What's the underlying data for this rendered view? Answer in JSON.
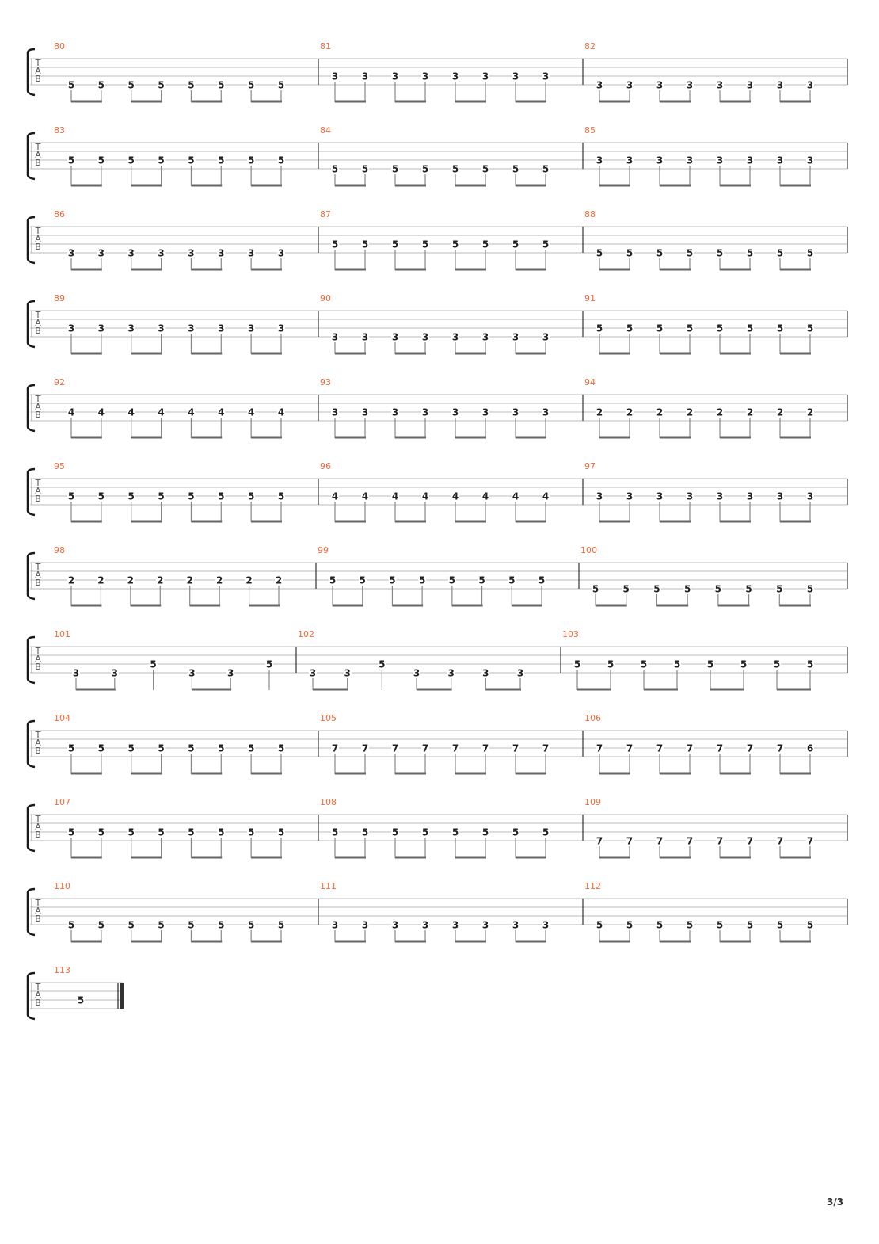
{
  "colors": {
    "measure_number": "#f26a3b",
    "staff_line": "#bbbbbb",
    "text": "#222222",
    "beam": "#666666"
  },
  "clef_letters": [
    "T",
    "A",
    "B"
  ],
  "page_number": "3/3",
  "measures": [
    {
      "number": "80",
      "string": 4,
      "frets": [
        5,
        5,
        5,
        5,
        5,
        5,
        5,
        5
      ]
    },
    {
      "number": "81",
      "string": 3,
      "frets": [
        3,
        3,
        3,
        3,
        3,
        3,
        3,
        3
      ]
    },
    {
      "number": "82",
      "string": 4,
      "frets": [
        3,
        3,
        3,
        3,
        3,
        3,
        3,
        3
      ]
    },
    {
      "number": "83",
      "string": 3,
      "frets": [
        5,
        5,
        5,
        5,
        5,
        5,
        5,
        5
      ]
    },
    {
      "number": "84",
      "string": 4,
      "frets": [
        5,
        5,
        5,
        5,
        5,
        5,
        5,
        5
      ]
    },
    {
      "number": "85",
      "string": 3,
      "frets": [
        3,
        3,
        3,
        3,
        3,
        3,
        3,
        3
      ]
    },
    {
      "number": "86",
      "string": 4,
      "frets": [
        3,
        3,
        3,
        3,
        3,
        3,
        3,
        3
      ]
    },
    {
      "number": "87",
      "string": 3,
      "frets": [
        5,
        5,
        5,
        5,
        5,
        5,
        5,
        5
      ]
    },
    {
      "number": "88",
      "string": 4,
      "frets": [
        5,
        5,
        5,
        5,
        5,
        5,
        5,
        5
      ]
    },
    {
      "number": "89",
      "string": 3,
      "frets": [
        3,
        3,
        3,
        3,
        3,
        3,
        3,
        3
      ]
    },
    {
      "number": "90",
      "string": 4,
      "frets": [
        3,
        3,
        3,
        3,
        3,
        3,
        3,
        3
      ]
    },
    {
      "number": "91",
      "string": 3,
      "frets": [
        5,
        5,
        5,
        5,
        5,
        5,
        5,
        5
      ]
    },
    {
      "number": "92",
      "string": 3,
      "frets": [
        4,
        4,
        4,
        4,
        4,
        4,
        4,
        4
      ]
    },
    {
      "number": "93",
      "string": 3,
      "frets": [
        3,
        3,
        3,
        3,
        3,
        3,
        3,
        3
      ]
    },
    {
      "number": "94",
      "string": 3,
      "frets": [
        2,
        2,
        2,
        2,
        2,
        2,
        2,
        2
      ]
    },
    {
      "number": "95",
      "string": 3,
      "frets": [
        5,
        5,
        5,
        5,
        5,
        5,
        5,
        5
      ]
    },
    {
      "number": "96",
      "string": 3,
      "frets": [
        4,
        4,
        4,
        4,
        4,
        4,
        4,
        4
      ]
    },
    {
      "number": "97",
      "string": 3,
      "frets": [
        3,
        3,
        3,
        3,
        3,
        3,
        3,
        3
      ]
    },
    {
      "number": "98",
      "string": 3,
      "frets": [
        2,
        2,
        2,
        2,
        2,
        2,
        2,
        2
      ]
    },
    {
      "number": "99",
      "string": 3,
      "frets": [
        5,
        5,
        5,
        5,
        5,
        5,
        5,
        5
      ]
    },
    {
      "number": "100",
      "string": 4,
      "frets": [
        5,
        5,
        5,
        5,
        5,
        5,
        5,
        5
      ]
    },
    {
      "number": "101",
      "frets": [
        3,
        3,
        5,
        3,
        3,
        5
      ],
      "strings": [
        4,
        4,
        3,
        4,
        4,
        3
      ],
      "durations": [
        8,
        8,
        4,
        8,
        8,
        4
      ]
    },
    {
      "number": "102",
      "frets": [
        3,
        3,
        5,
        3,
        3,
        3,
        3
      ],
      "strings": [
        4,
        4,
        3,
        4,
        4,
        4,
        4
      ],
      "durations": [
        8,
        8,
        4,
        8,
        8,
        8,
        8
      ]
    },
    {
      "number": "103",
      "string": 3,
      "frets": [
        5,
        5,
        5,
        5,
        5,
        5,
        5,
        5
      ]
    },
    {
      "number": "104",
      "string": 3,
      "frets": [
        5,
        5,
        5,
        5,
        5,
        5,
        5,
        5
      ]
    },
    {
      "number": "105",
      "string": 3,
      "frets": [
        7,
        7,
        7,
        7,
        7,
        7,
        7,
        7
      ]
    },
    {
      "number": "106",
      "string": 3,
      "frets": [
        7,
        7,
        7,
        7,
        7,
        7,
        7,
        6
      ]
    },
    {
      "number": "107",
      "string": 3,
      "frets": [
        5,
        5,
        5,
        5,
        5,
        5,
        5,
        5
      ]
    },
    {
      "number": "108",
      "string": 3,
      "frets": [
        5,
        5,
        5,
        5,
        5,
        5,
        5,
        5
      ]
    },
    {
      "number": "109",
      "string": 4,
      "frets": [
        7,
        7,
        7,
        7,
        7,
        7,
        7,
        7
      ]
    },
    {
      "number": "110",
      "string": 4,
      "frets": [
        5,
        5,
        5,
        5,
        5,
        5,
        5,
        5
      ]
    },
    {
      "number": "111",
      "string": 4,
      "frets": [
        3,
        3,
        3,
        3,
        3,
        3,
        3,
        3
      ]
    },
    {
      "number": "112",
      "string": 4,
      "frets": [
        5,
        5,
        5,
        5,
        5,
        5,
        5,
        5
      ]
    },
    {
      "number": "113",
      "frets": [
        5
      ],
      "strings": [
        3
      ],
      "durations": [
        1
      ],
      "final": true
    }
  ]
}
